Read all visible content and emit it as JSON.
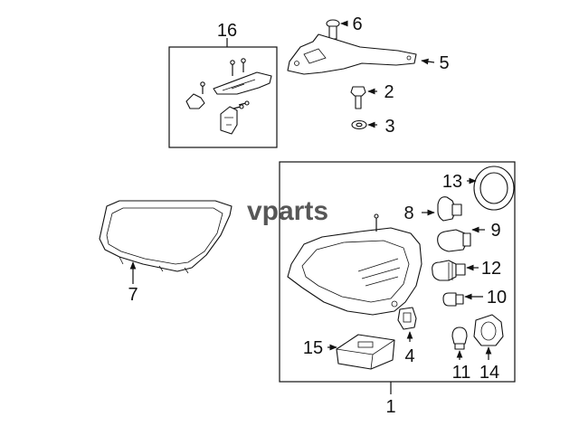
{
  "watermark": "vparts",
  "callouts": {
    "c1": "1",
    "c2": "2",
    "c3": "3",
    "c4": "4",
    "c5": "5",
    "c6": "6",
    "c7": "7",
    "c8": "8",
    "c9": "9",
    "c10": "10",
    "c11": "11",
    "c12": "12",
    "c13": "13",
    "c14": "14",
    "c15": "15",
    "c16": "16"
  }
}
